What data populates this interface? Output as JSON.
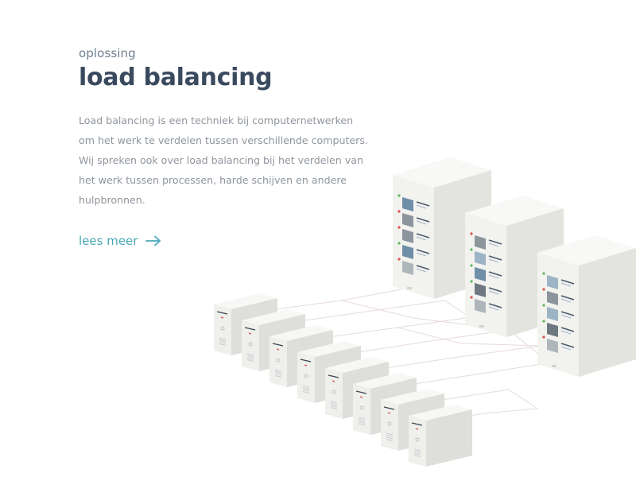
{
  "section": {
    "eyebrow": "oplossing",
    "title": "load balancing",
    "description": [
      "Load balancing is een techniek bij computernetwerken",
      "om het werk te verdelen tussen verschillende computers.",
      "Wij spreken ook over load balancing bij het verdelen van",
      "het werk tussen processen, harde schijven en andere",
      "hulpbronnen."
    ],
    "link_label": "lees meer",
    "link_icon": "arrow-right-icon"
  },
  "illustration": {
    "name": "load-balancing-illustration",
    "server_racks": 3,
    "client_towers": 8,
    "colors": {
      "rack_front": "#f2f2ef",
      "rack_side": "#e3e3df",
      "rack_top": "#f8f8f6",
      "tower_front": "#efefec",
      "tower_side": "#dededa",
      "drive_blue": "#6f8fa8",
      "drive_gray": "#8c959c",
      "led_red": "#d9534f",
      "led_green": "#5cb85c",
      "wire": "#e6d9dd",
      "accent": "#4aa8b8",
      "title": "#3a4a5e"
    }
  }
}
